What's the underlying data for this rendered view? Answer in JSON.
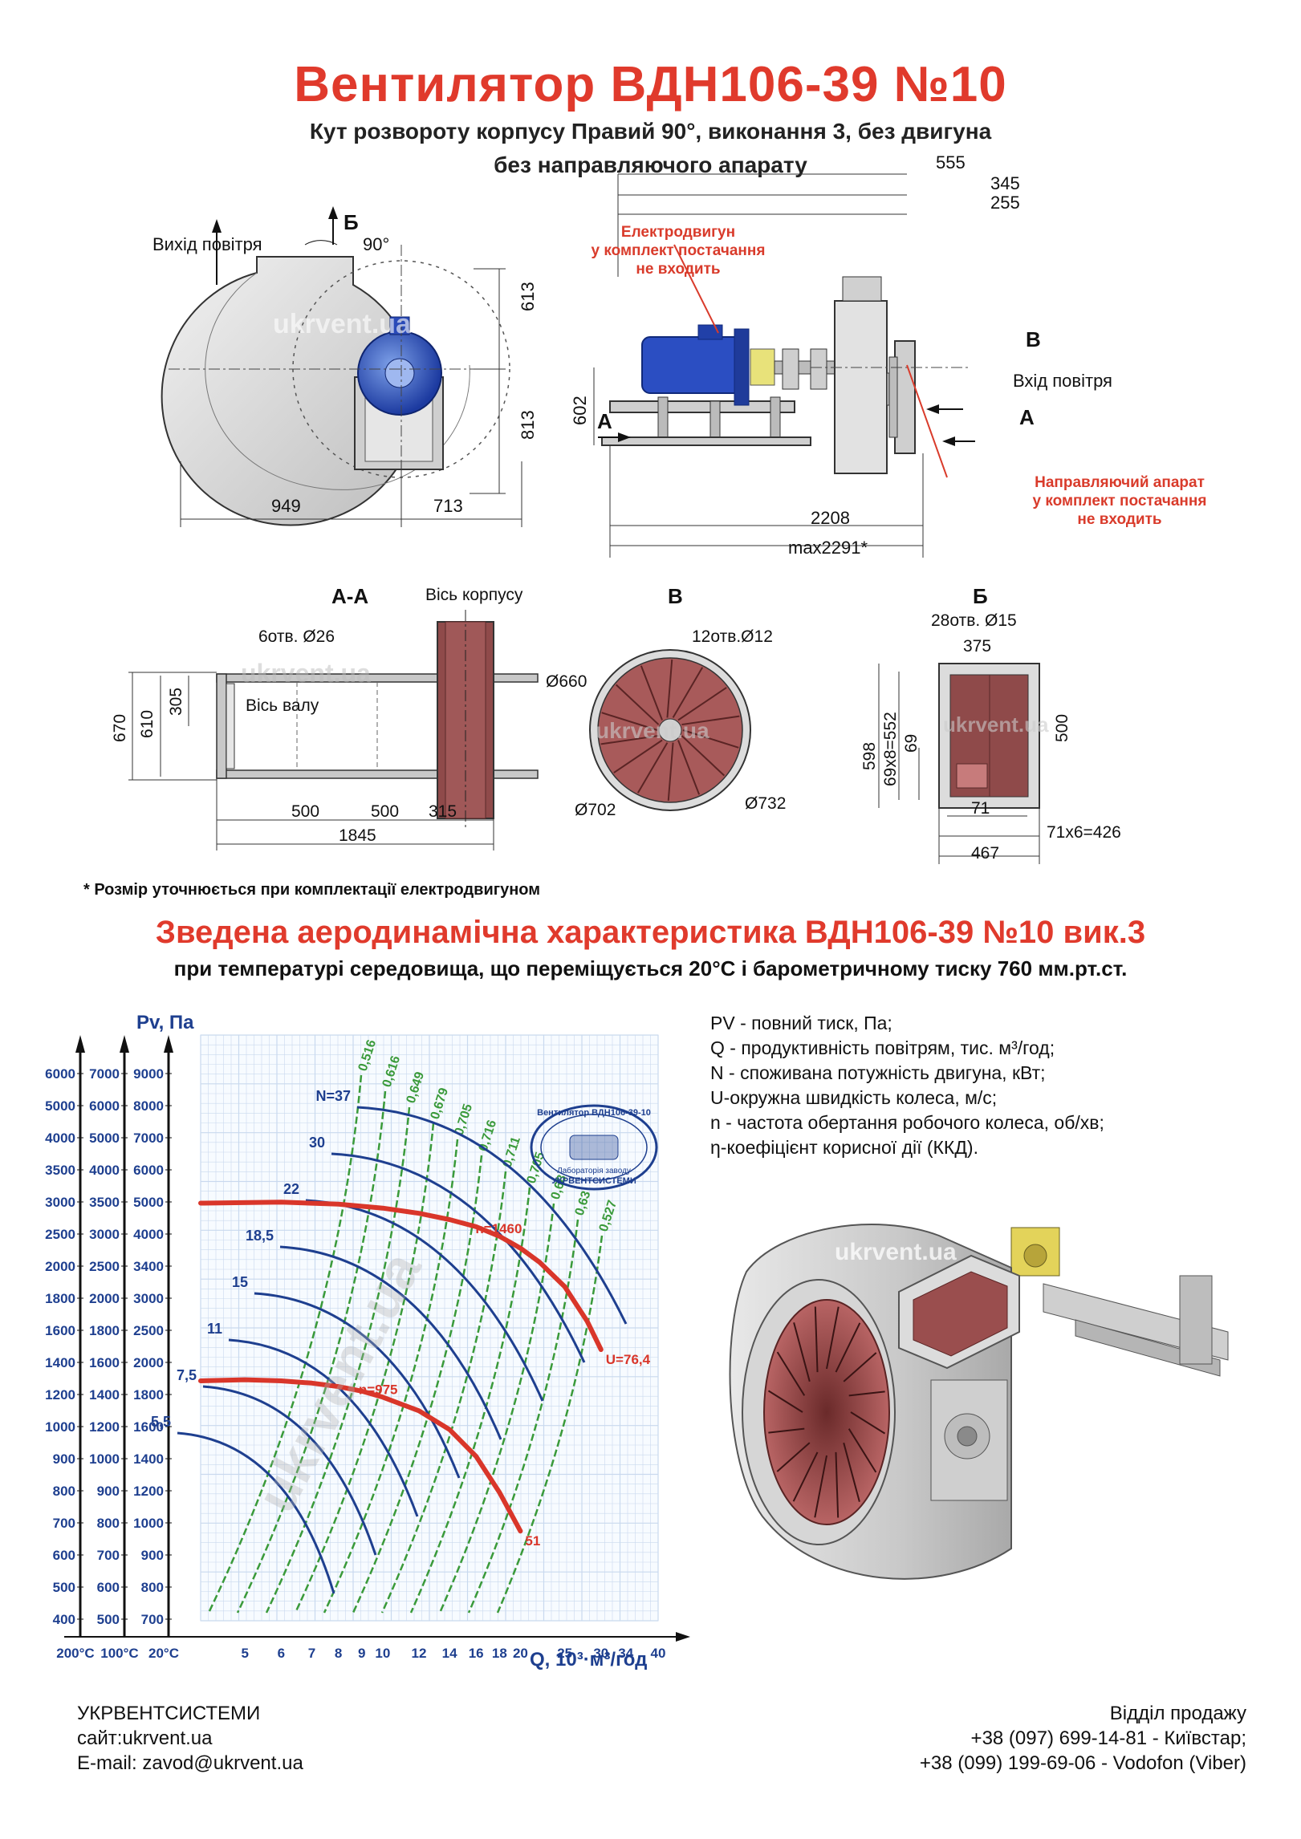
{
  "header": {
    "title": "Вентилятор  ВДН106-39 №10",
    "subtitle_line1": "Кут розвороту корпусу Правий 90°, виконання 3, без двигуна",
    "subtitle_line2": "без направляючого апарату"
  },
  "front_view": {
    "air_outlet_label": "Вихід повітря",
    "section_b_letter": "Б",
    "angle_label": "90°",
    "dim_613": "613",
    "dim_813": "813",
    "dim_949": "949",
    "dim_713": "713",
    "watermark": "ukrvent.ua"
  },
  "side_view": {
    "motor_note_l1": "Електродвигун",
    "motor_note_l2": "у комплект постачання",
    "motor_note_l3": "не входить",
    "dim_555": "555",
    "dim_345": "345",
    "dim_255": "255",
    "dim_602": "602",
    "dim_2208": "2208",
    "dim_max": "max2291*",
    "letter_a_left": "А",
    "letter_a_right": "А",
    "letter_v": "В",
    "air_inlet_label": "Вхід повітря",
    "guide_note_l1": "Направляючий апарат",
    "guide_note_l2": "у комплект постачання",
    "guide_note_l3": "не входить"
  },
  "section_aa": {
    "title": "А-А",
    "housing_axis": "Вісь корпусу",
    "holes": "6отв. Ø26",
    "shaft_axis": "Вісь валу",
    "dim_670": "670",
    "dim_610": "610",
    "dim_305": "305",
    "dim_500a": "500",
    "dim_500b": "500",
    "dim_315": "315",
    "dim_1845": "1845",
    "watermark": "ukrvent.ua"
  },
  "section_v": {
    "title": "В",
    "holes": "12отв.Ø12",
    "d660": "Ø660",
    "d702": "Ø702",
    "d732": "Ø732",
    "watermark": "ukrvent.ua"
  },
  "section_b": {
    "title": "Б",
    "holes": "28отв. Ø15",
    "dim_375": "375",
    "dim_500": "500",
    "dim_598": "598",
    "dim_69x8": "69x8=552",
    "dim_69": "69",
    "dim_71": "71",
    "dim_71x6": "71x6=426",
    "dim_467": "467",
    "watermark": "ukrvent.ua"
  },
  "footnote": "* Розмір уточнюється при комплектації електродвигуном",
  "aero": {
    "title": "Зведена аеродинамічна характеристика ВДН106-39 №10 вик.3",
    "subtitle": "при температурі середовища, що переміщується 20°С і барометричному тиску 760 мм.рт.ст."
  },
  "legend": [
    {
      "term": "PV",
      "text": " - повний тиск, Па;"
    },
    {
      "term": "Q",
      "text": " - продуктивність повітрям, тис. м³/год;"
    },
    {
      "term": "N",
      "text": " - споживана потужність двигуна, кВт;"
    },
    {
      "term": "U",
      "text": "-окружна швидкість колеса, м/с;"
    },
    {
      "term": "n",
      "text": " - частота обертання робочого колеса, об/хв;"
    },
    {
      "term": "η",
      "text": "-коефіцієнт корисної дії (ККД)."
    }
  ],
  "chart_data": {
    "type": "line",
    "title": "",
    "ylabel": "Pv, Па",
    "xlabel": "Q, 10³·м³/год",
    "x_scale": "log",
    "y_scale": "log",
    "x_ticks": [
      5,
      6,
      7,
      8,
      9,
      10,
      12,
      14,
      16,
      18,
      20,
      25,
      30,
      34,
      40
    ],
    "x_ticks_left": [
      "200°С",
      "100°С",
      "20°С"
    ],
    "y_axis_20c": [
      9000,
      8000,
      7000,
      6000,
      5000,
      4000,
      3400,
      3000,
      2500,
      2000,
      1800,
      1600,
      1400,
      1200,
      1000,
      900,
      800,
      700
    ],
    "y_axis_100c": [
      7000,
      6000,
      5000,
      4000,
      3500,
      3000,
      2500,
      2000,
      1800,
      1600,
      1400,
      1200,
      1000,
      900,
      800,
      700,
      600,
      500
    ],
    "y_axis_200c": [
      6000,
      5000,
      4000,
      3500,
      3000,
      2500,
      2000,
      1800,
      1600,
      1400,
      1200,
      1000,
      900,
      800,
      700,
      600,
      500,
      400
    ],
    "power_labels": [
      "N=37",
      "30",
      "22",
      "18,5",
      "15",
      "11",
      "7,5",
      "5,5"
    ],
    "efficiency_labels": [
      "0,516",
      "0,616",
      "0,649",
      "0,679",
      "0,705",
      "0,716",
      "0,711",
      "0,705",
      "0,68",
      "0,63",
      "0,527"
    ],
    "series": [
      {
        "name": "n=1460",
        "x": [
          4,
          6,
          8,
          10,
          12,
          14,
          16,
          18,
          20,
          22,
          25,
          28,
          30
        ],
        "y": [
          4400,
          4420,
          4380,
          4300,
          4200,
          4080,
          3950,
          3780,
          3580,
          3360,
          3000,
          2560,
          2250
        ]
      },
      {
        "name": "n=975",
        "x": [
          4,
          5,
          6,
          7,
          8,
          9,
          10,
          12,
          14,
          16,
          18,
          20
        ],
        "y": [
          1950,
          1960,
          1950,
          1930,
          1900,
          1860,
          1810,
          1700,
          1560,
          1380,
          1170,
          980
        ]
      }
    ],
    "curve_end_labels": [
      "U=76,4",
      "51"
    ],
    "stamp_text": [
      "Вентилятор ВДН106-39-10",
      "Лабораторія заводу",
      "УКРВЕНТСИСТЕМИ"
    ],
    "watermark": "ukrvent.ua",
    "grid": true
  },
  "render_watermark": "ukrvent.ua",
  "footer": {
    "company": "УКРВЕНТСИСТЕМИ",
    "site": "сайт:ukrvent.ua",
    "email": "E-mail: zavod@ukrvent.ua",
    "sales_title": "Відділ продажу",
    "phone1": "+38 (097) 699-14-81 - Київстар;",
    "phone2": "+38 (099) 199-69-06 - Vodofon (Viber)"
  },
  "colors": {
    "title_red": "#e03a2c",
    "curve_red": "#d9362a",
    "power_blue": "#1e3f8f",
    "eff_green": "#3a9a3a",
    "grid": "#c9d9ee",
    "metal": "#d8d8d8",
    "maroon": "#8a3a3a"
  }
}
